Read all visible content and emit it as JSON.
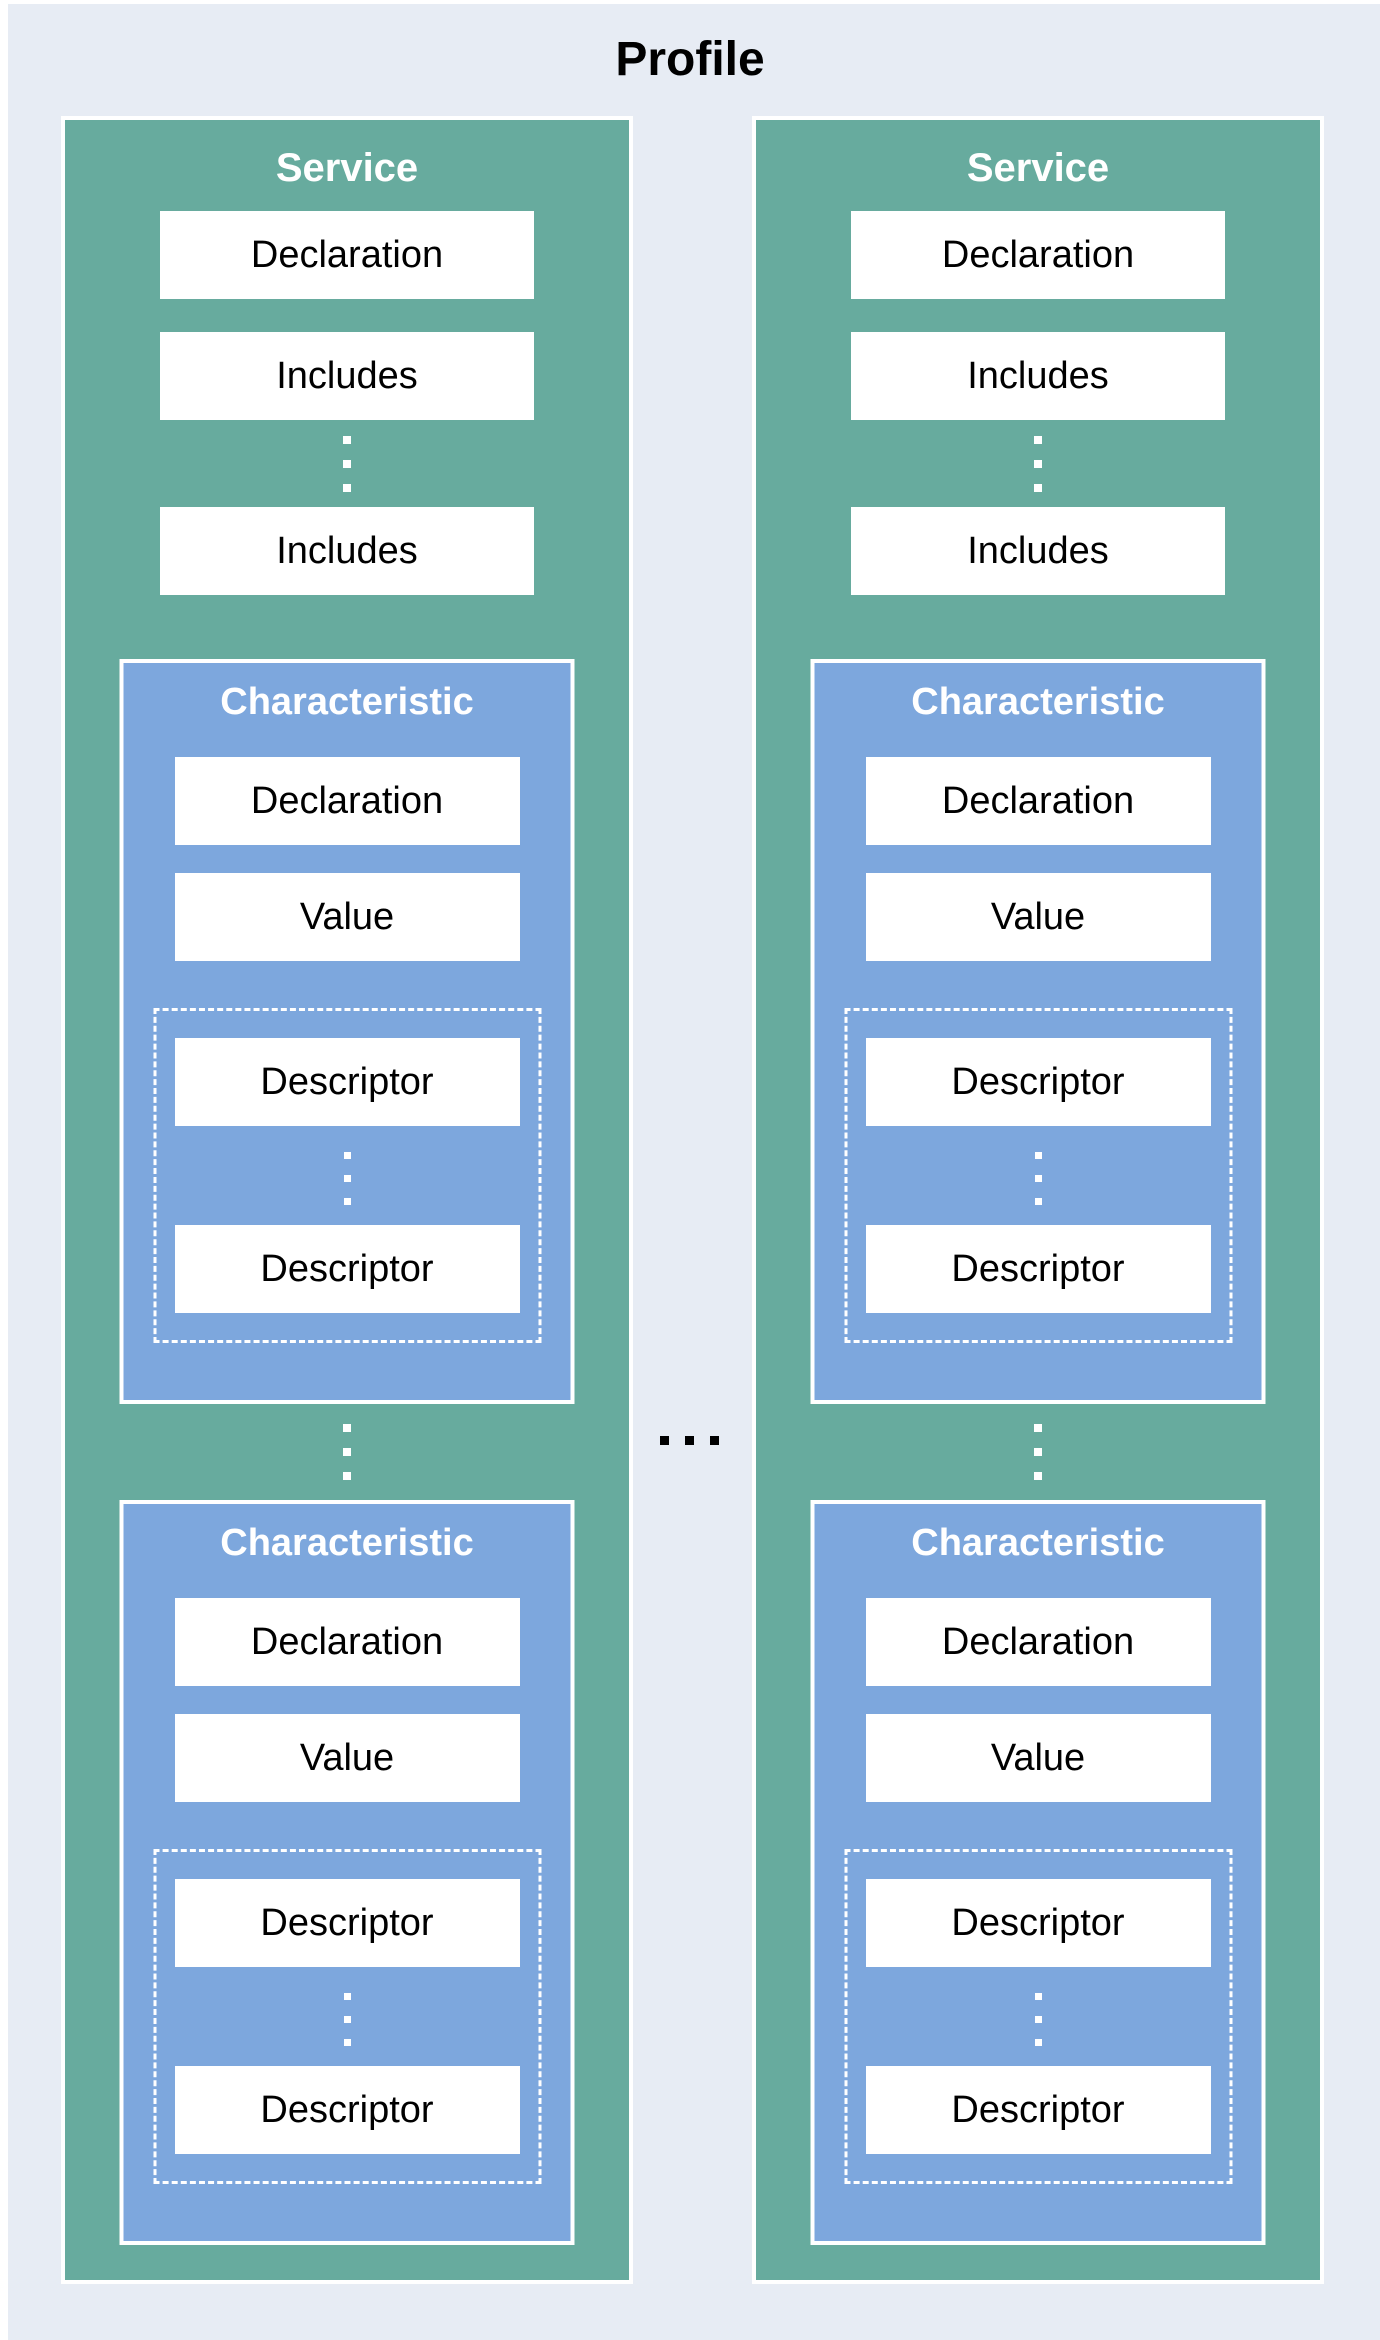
{
  "page": {
    "title": "Profile"
  },
  "colors": {
    "canvas_bg": "#e7ecf4",
    "service_bg": "#67ab9e",
    "characteristic_bg": "#7da7dd",
    "box_bg": "#ffffff",
    "box_text": "#000000",
    "heading_text": "#ffffff",
    "ellipsis_dots": "#000000"
  },
  "services": [
    {
      "title": "Service",
      "declaration_label": "Declaration",
      "includes": [
        "Includes",
        "Includes"
      ],
      "characteristics": [
        {
          "title": "Characteristic",
          "declaration_label": "Declaration",
          "value_label": "Value",
          "descriptors": [
            "Descriptor",
            "Descriptor"
          ]
        },
        {
          "title": "Characteristic",
          "declaration_label": "Declaration",
          "value_label": "Value",
          "descriptors": [
            "Descriptor",
            "Descriptor"
          ]
        }
      ]
    },
    {
      "title": "Service",
      "declaration_label": "Declaration",
      "includes": [
        "Includes",
        "Includes"
      ],
      "characteristics": [
        {
          "title": "Characteristic",
          "declaration_label": "Declaration",
          "value_label": "Value",
          "descriptors": [
            "Descriptor",
            "Descriptor"
          ]
        },
        {
          "title": "Characteristic",
          "declaration_label": "Declaration",
          "value_label": "Value",
          "descriptors": [
            "Descriptor",
            "Descriptor"
          ]
        }
      ]
    }
  ]
}
